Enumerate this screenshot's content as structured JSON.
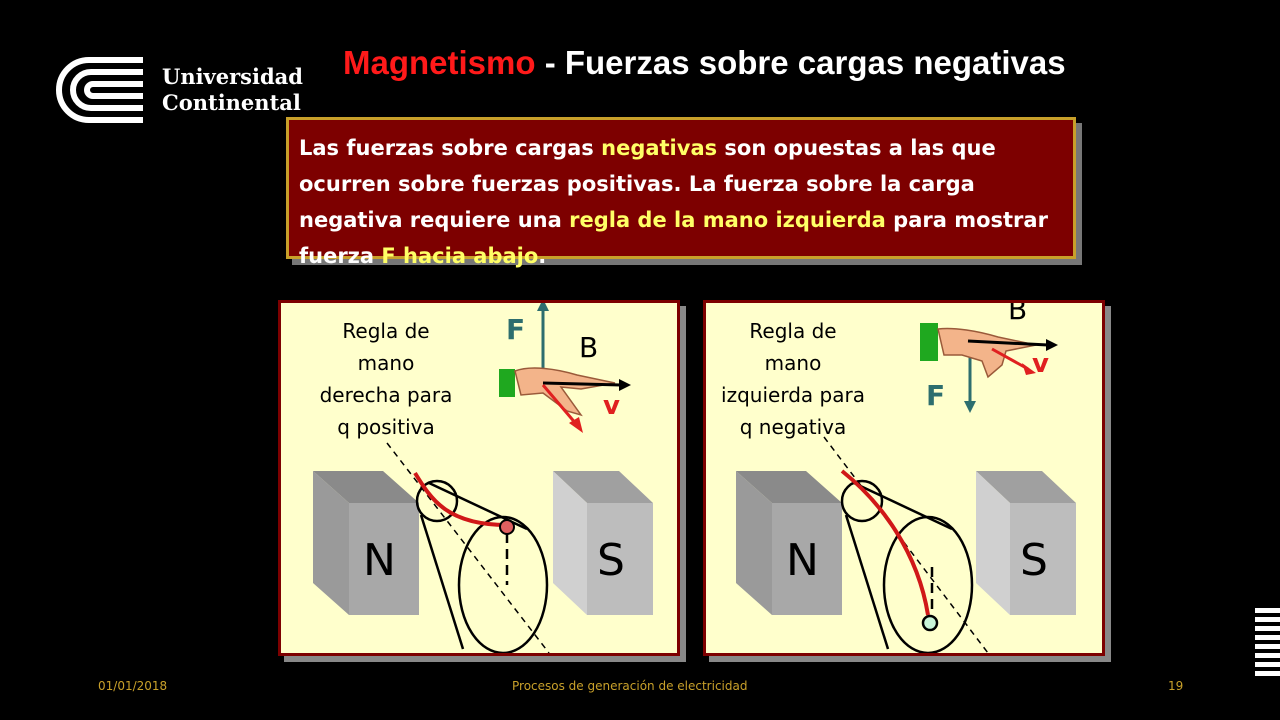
{
  "header": {
    "logo_line1": "Universidad",
    "logo_line2": "Continental",
    "title_accent": "Magnetismo",
    "title_rest": " - Fuerzas sobre cargas negativas"
  },
  "info": {
    "p1": "Las fuerzas sobre cargas ",
    "h1": "negativas",
    "p2": " son opuestas a las que ocurren sobre fuerzas positivas. La fuerza sobre la carga negativa requiere una ",
    "h2": "regla de la mano izquierda",
    "p3": " para mostrar fuerza ",
    "h3": "F hacia abajo",
    "p4": "."
  },
  "left_panel": {
    "rule": [
      "Regla de",
      "mano",
      "derecha para",
      "q positiva"
    ],
    "f_label": "F",
    "b_label": "B",
    "v_label": "v",
    "n_label": "N",
    "s_label": "S"
  },
  "right_panel": {
    "rule": [
      "Regla de",
      "mano",
      "izquierda para",
      "q negativa"
    ],
    "f_label": "F",
    "b_label": "B",
    "v_label": "v",
    "n_label": "N",
    "s_label": "S"
  },
  "footer": {
    "date": "01/01/2018",
    "course": "Procesos de generación de electricidad",
    "page": "19"
  },
  "colors": {
    "accent_red": "#ff1a1a",
    "box_bg": "#7d0000",
    "box_border": "#c8a02a",
    "highlight": "#ffff66",
    "panel_bg": "#ffffcc",
    "force_label": "#2d6e6e"
  }
}
